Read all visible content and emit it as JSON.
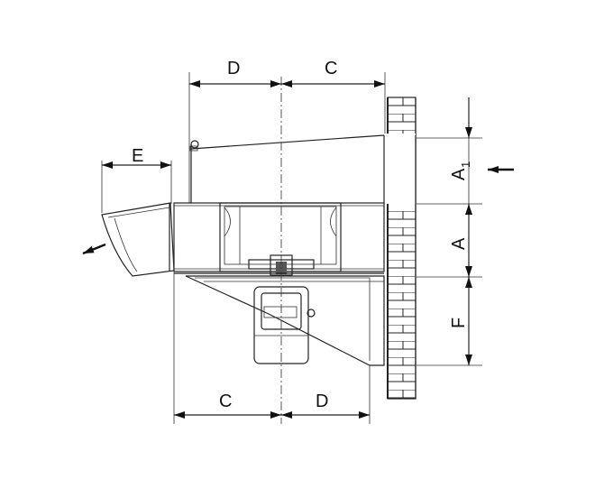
{
  "diagram": {
    "dimensions": {
      "top_left": "D",
      "top_right": "C",
      "left_outlet": "E",
      "right_upper": "A",
      "right_upper_subscript": "1",
      "right_middle": "A",
      "right_lower": "F",
      "bottom_left": "C",
      "bottom_right": "D"
    },
    "flow_arrows": [
      "inlet-arrow",
      "outlet-arrow"
    ]
  }
}
